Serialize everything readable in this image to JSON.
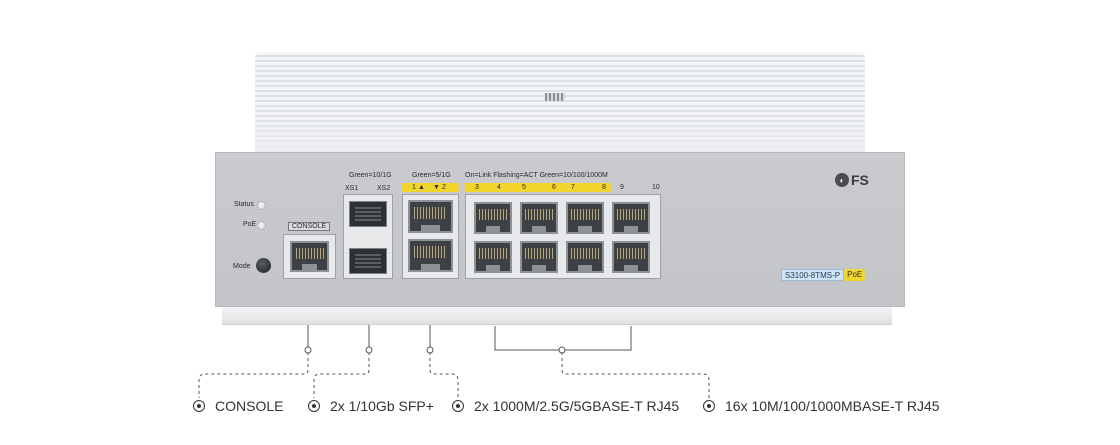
{
  "device": {
    "brand": "FS",
    "model": "S3100-8TMS-P",
    "poe_tag": "PoE",
    "status_label": "Status",
    "poe_label": "PoE",
    "mode_label": "Mode",
    "console_label": "CONSOLE",
    "sfp_header": "Green=10/1G",
    "sfp_left": "XS1",
    "sfp_right": "XS2",
    "mgig_header": "Green=5/1G",
    "mgig_ports": [
      "1",
      "2"
    ],
    "copper_header": "On=Link  Flashing=ACT  Green=10/100/1000M",
    "copper_ports": [
      "3",
      "4",
      "5",
      "6",
      "7",
      "8",
      "9",
      "10"
    ]
  },
  "legend": [
    {
      "label": "CONSOLE",
      "icon": "target-icon"
    },
    {
      "label": "2x 1/10Gb SFP+",
      "icon": "target-icon"
    },
    {
      "label": "2x 1000M/2.5G/5GBASE-T RJ45",
      "icon": "target-icon"
    },
    {
      "label": "16x 10M/100/1000MBASE-T RJ45",
      "icon": "target-icon"
    }
  ],
  "colors": {
    "panel": "#c4c6ca",
    "accent_yellow": "#f1d52c",
    "model_blue": "#cfe3f4"
  }
}
